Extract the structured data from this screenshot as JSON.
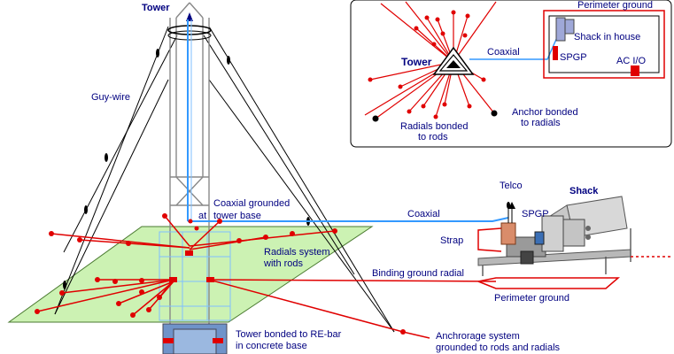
{
  "colors": {
    "ground_red": "#e00000",
    "coax_blue": "#3399ff",
    "label_navy": "#000080",
    "slab_green": "#ccf2b3",
    "steel_gray": "#999999",
    "shack_gray": "#b0b0b0"
  },
  "main": {
    "tower_title": "Tower",
    "guy_wire": "Guy-wire",
    "coax_grounded_1": "Coaxial grounded",
    "coax_grounded_at": "at",
    "coax_grounded_2": "tower base",
    "coaxial": "Coaxial",
    "radials_1": "Radials system",
    "radials_2": "with rods",
    "binding_radial": "Binding ground radial",
    "tower_rebar_1": "Tower bonded to RE-bar",
    "tower_rebar_2": "in concrete base",
    "anchorage_1": "Anchrorage system",
    "anchorage_2": "grounded to rods and radials",
    "telco": "Telco",
    "shack": "Shack",
    "spgp": "SPGP",
    "strap": "Strap",
    "perimeter_ground": "Perimeter ground"
  },
  "inset": {
    "perimeter_ground": "Perimeter ground",
    "shack_in_house": "Shack in house",
    "coaxial": "Coaxial",
    "tower": "Tower",
    "spgp": "SPGP",
    "ac_io": "AC I/O",
    "radials_1": "Radials bonded",
    "radials_2": "to rods",
    "anchor_1": "Anchor bonded",
    "anchor_2": "to radials"
  }
}
